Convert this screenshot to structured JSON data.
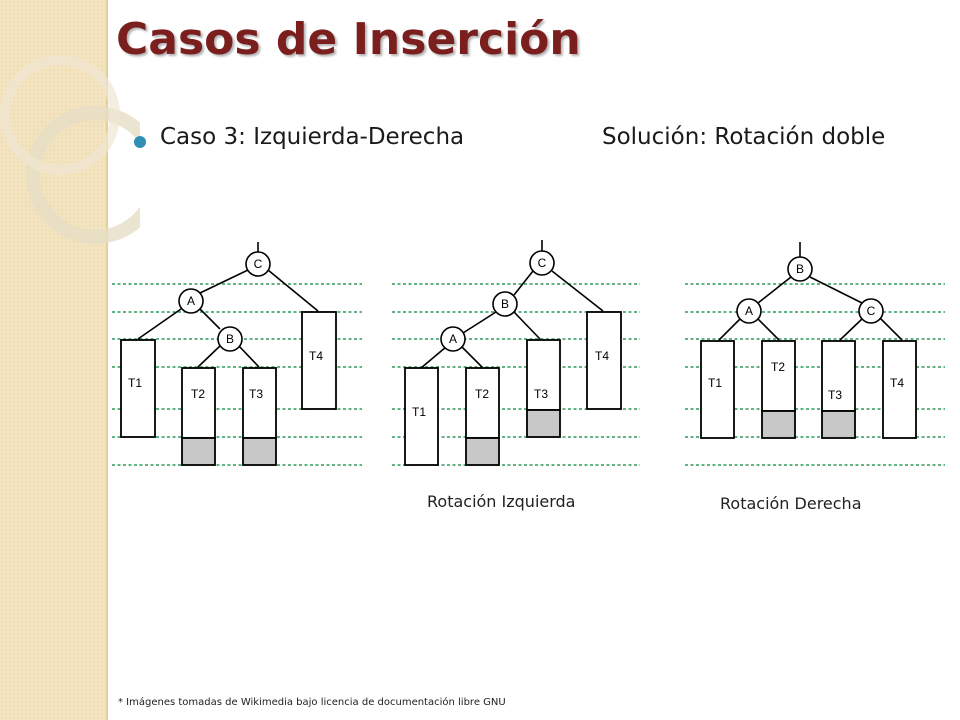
{
  "slide": {
    "title": "Casos de Inserción",
    "bullet": "Caso 3: Izquierda-Derecha",
    "solution": "Solución: Rotación doble",
    "footnote": "* Imágenes tomadas de Wikimedia bajo licencia de documentación libre GNU"
  },
  "diagrams": [
    {
      "caption": "",
      "nodes": {
        "c": "C",
        "a": "A",
        "b": "B"
      },
      "subtrees": [
        "T1",
        "T2",
        "T3",
        "T4"
      ]
    },
    {
      "caption": "Rotación Izquierda",
      "nodes": {
        "c": "C",
        "b": "B",
        "a": "A"
      },
      "subtrees": [
        "T1",
        "T2",
        "T3",
        "T4"
      ]
    },
    {
      "caption": "Rotación Derecha",
      "nodes": {
        "b": "B",
        "a": "A",
        "c": "C"
      },
      "subtrees": [
        "T1",
        "T2",
        "T3",
        "T4"
      ]
    }
  ],
  "colors": {
    "title": "#7a1e1e",
    "bullet": "#2f8fb5",
    "level_lines": "#2e9a5a",
    "shaded_block": "#c8c8c8"
  }
}
